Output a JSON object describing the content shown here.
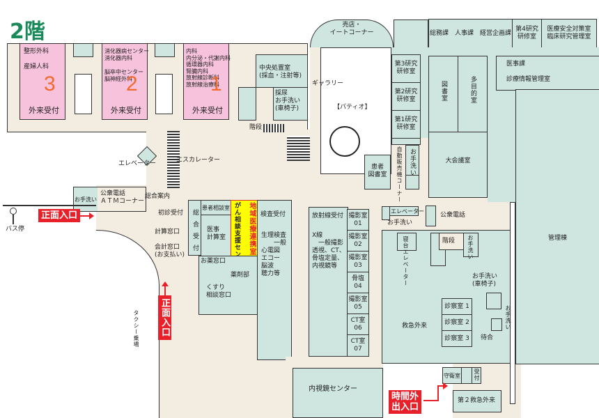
{
  "floor_title": "2階",
  "colors": {
    "corridor": "#f3ece0",
    "room": "#cfe6e0",
    "clinic": "#f7c3dc",
    "title": "#1a8a5a",
    "entrance": "#e8202a",
    "number": "#f26a2e",
    "highlight": "#ffff00"
  },
  "clinics": [
    {
      "number": "3",
      "departments": "整形外科\n\n産婦人科",
      "reception": "外来受付"
    },
    {
      "number": "2",
      "departments": "消化器病センター\n消化器内科\n\n脳卒中センター\n脳神経外科",
      "reception": "外来受付"
    },
    {
      "number": "1",
      "departments": "内科\n内分泌・代謝内科\n循環器内科\n腎臓内科\n放射線診断科\n放射線治療科",
      "reception": "外来受付"
    }
  ],
  "rooms": {
    "central_treatment": "中央処置室\n(採血・注射等)",
    "urine_toilet": "採尿\nお手洗い\n(車椅子)",
    "stairs": "階段",
    "gallery": "ギャラリー",
    "patio": "【パティオ】",
    "shop": "売店・\nイートコーナー",
    "general_affairs": "総務課　人事課　経営企画課",
    "training4": "第4研究\n研修室",
    "safety": "医療安全対策室\n臨床研究管理室",
    "training3": "第3研究\n研修室",
    "training2": "第2研究\n研修室",
    "training1": "第1研究\n研修室",
    "library": "図書室",
    "multipurpose": "多目的室",
    "medical_affairs": "医事課\n\n診療情報管理室",
    "conference": "大会議室",
    "patient_library": "患者\n図書室",
    "vending": "自動販売機コーナー",
    "toilet_a": "お手洗い",
    "elevator_left": "エレベーター",
    "escalator": "エスカレーター",
    "toilet_b": "お手洗い",
    "phone_atm": "公衆電話\nＡＴＭコーナー",
    "info": "総合案内",
    "first_visit": "初診受付",
    "calc_window": "計算窓口",
    "payment_window": "会計窓口\n(お支払い)",
    "general_reception": "総合受付",
    "consultation": "患者相談室",
    "billing": "医事\n計算室",
    "regional_center": "地域医療連携室",
    "cancer_center": "がん相談支援センター",
    "pharmacy_window": "お薬窓口",
    "pharmacy": "薬剤部",
    "medicine_consult": "くすり\n相談窓口",
    "exam_reception": "検査受付",
    "physio": "生理検査\n　　一般\n心電図\nエコー\n脳波\n聴力等",
    "radiology_reception": "放射線受付",
    "xray": "X線\n　一般撮影\n透視、CT、\n骨塩定量、\n内視鏡等",
    "imaging_rooms": [
      "撮影室\n01",
      "撮影室\n02",
      "撮影室\n03",
      "骨塩\n04",
      "撮影室\n05",
      "CT室\n06",
      "CT室\n07"
    ],
    "elevator_right": "エレベーター",
    "toilet_c": "お手洗い",
    "public_phone": "公衆電話",
    "bed_elevator": "寝台エレベーター",
    "stairs2": "階段",
    "toilet_d": "お手洗い",
    "toilet_wheelchair": "お手洗い\n(車椅子)",
    "toilet_e": "お手洗い",
    "exam_rooms": [
      "診察室 1",
      "診察室 2",
      "診察室 3"
    ],
    "waiting": "待合",
    "emergency": "救急外来",
    "admin_building": "管理棟",
    "endoscopy": "内視鏡センター",
    "guard": "守衛室",
    "reception_small": "受付",
    "emergency2": "第２救急外来"
  },
  "outside": {
    "bus_stop": "バス停",
    "taxi": "タクシー乗場",
    "main_entrance_h": "正面入口",
    "main_entrance_v": "正面入口",
    "after_hours": "時間外\n出入口"
  }
}
